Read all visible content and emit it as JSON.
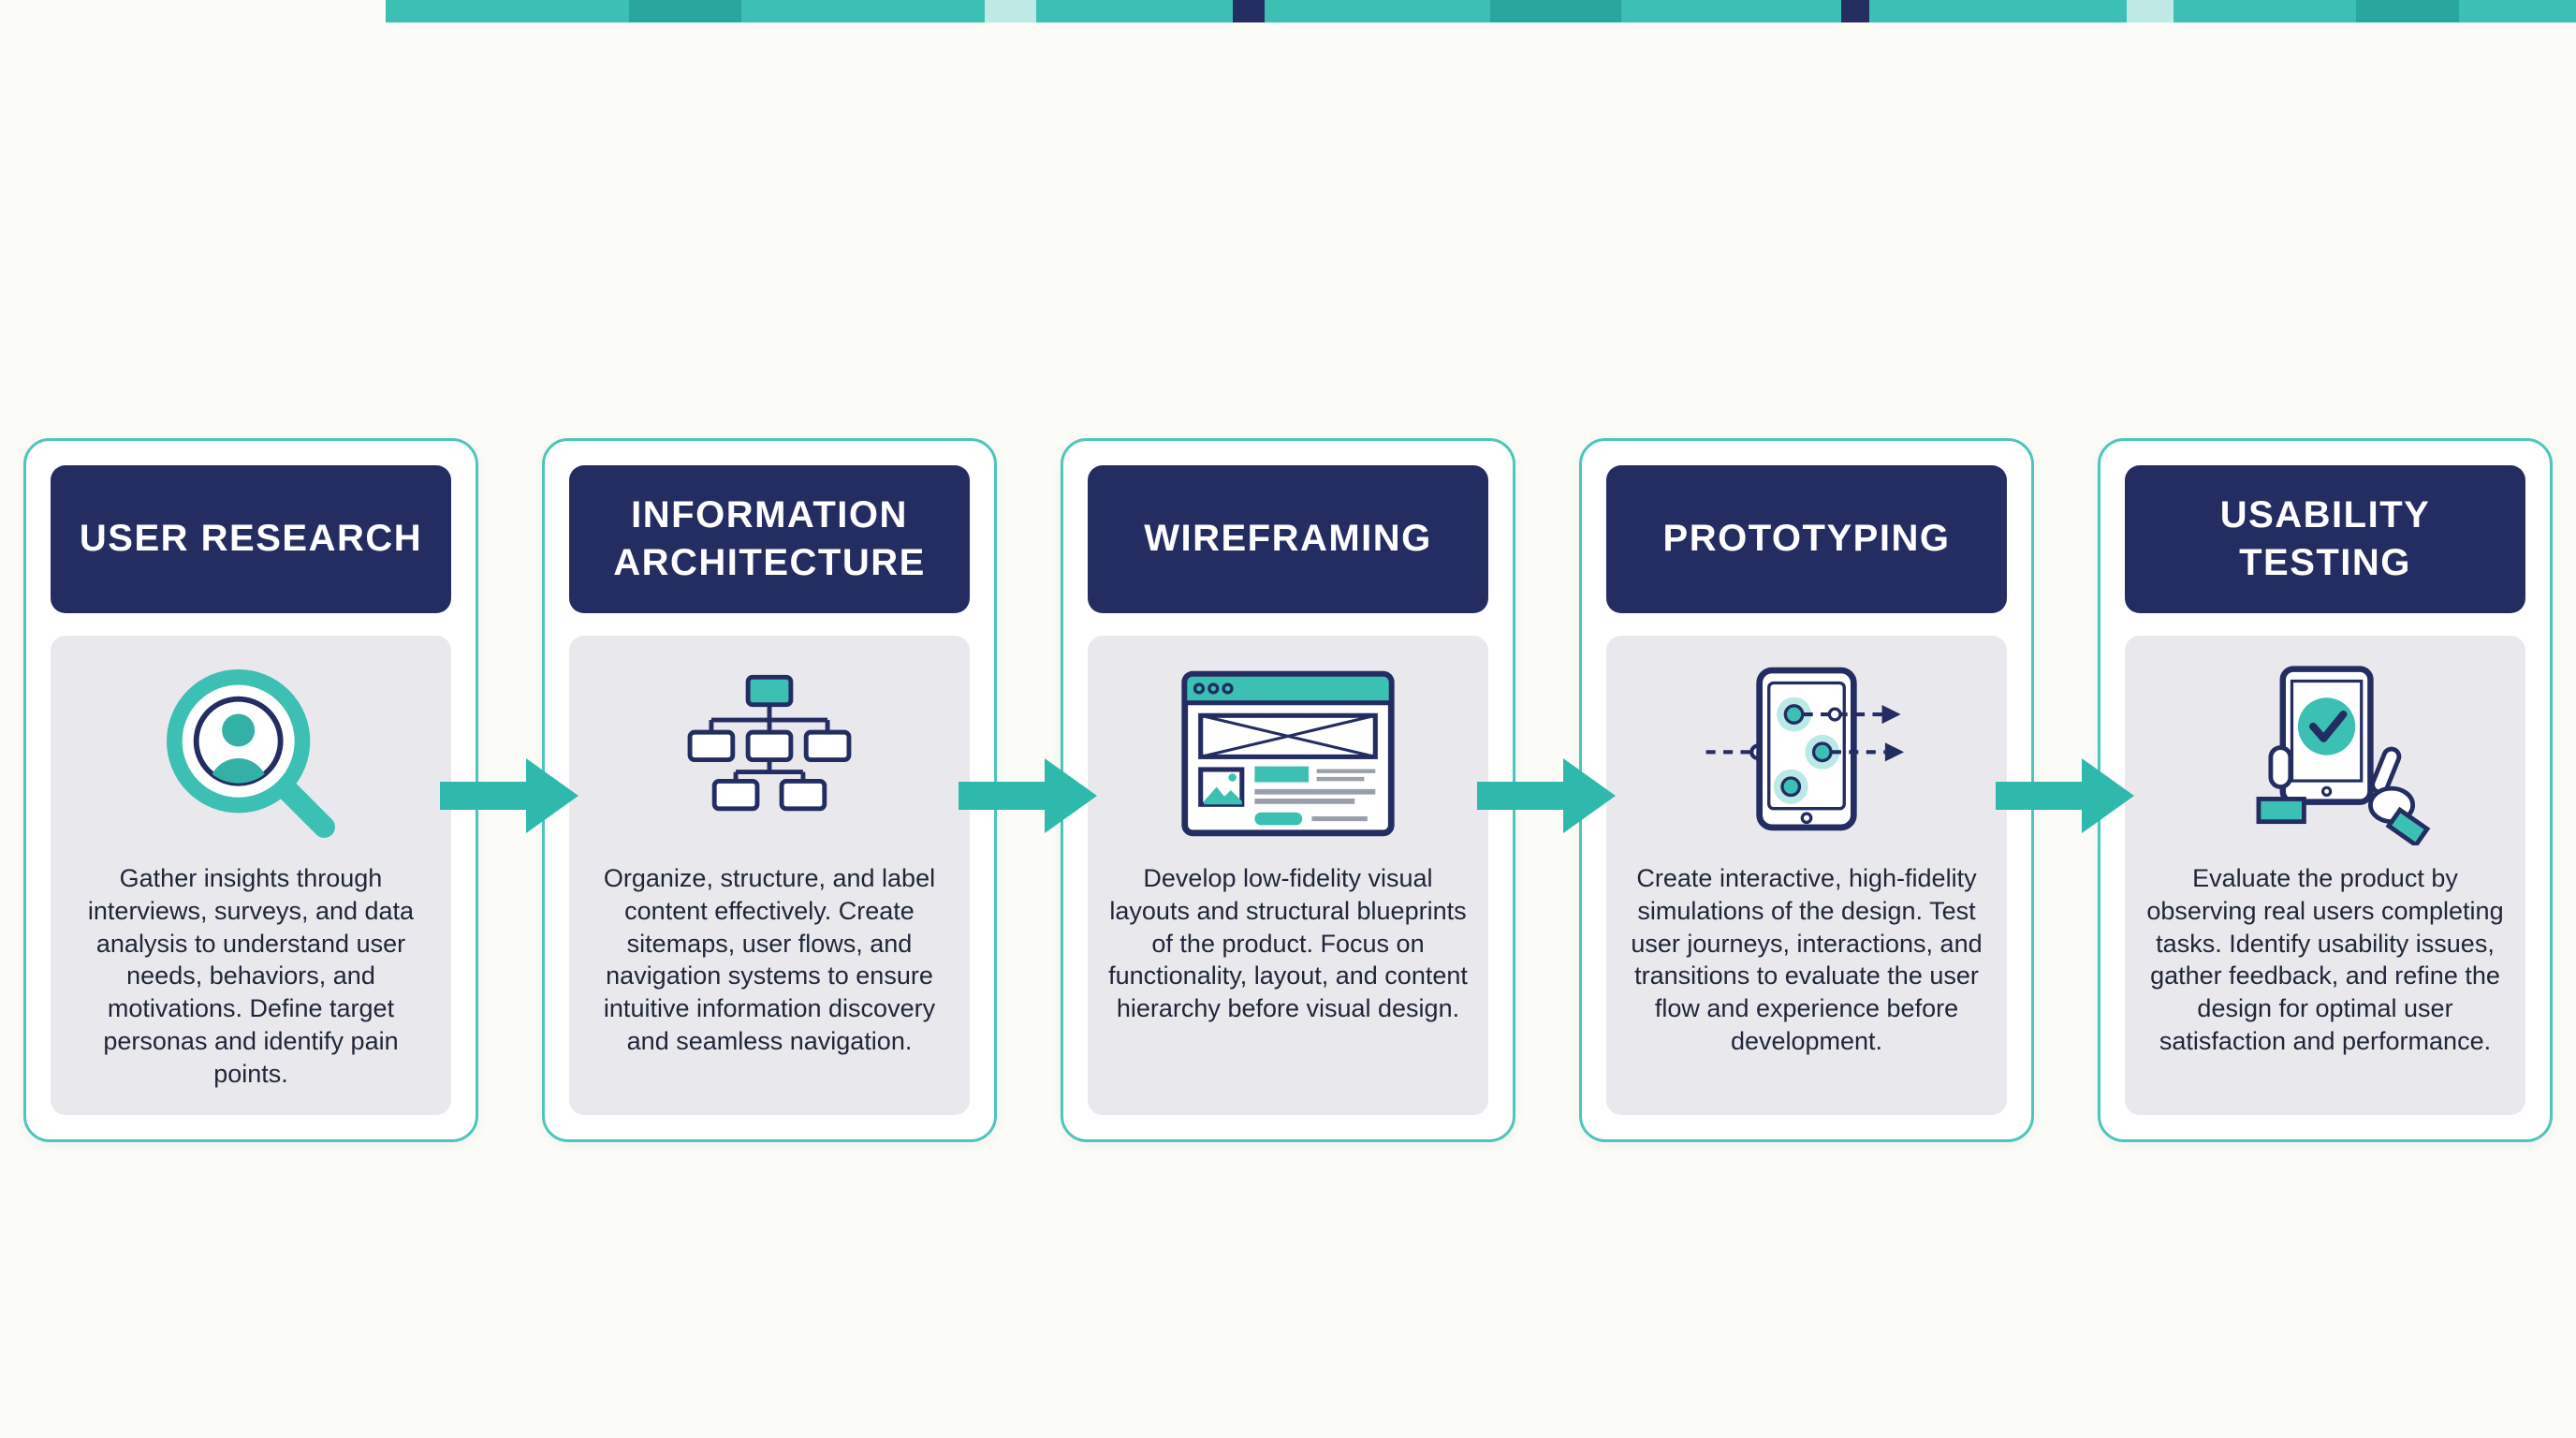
{
  "page": {
    "background": "#fbfbf8"
  },
  "banner": {
    "name": "top-decorative-strip",
    "color": "#3cc0b4"
  },
  "colors": {
    "accent_teal": "#3cc0b4",
    "navy": "#232d62",
    "panel_gray": "#e9e9ed",
    "card_border": "#4cc6bb",
    "arrow_teal": "#2fb9ad",
    "text_dark": "#20263a"
  },
  "steps": [
    {
      "title": "USER RESEARCH",
      "icon": "magnifier-user-icon",
      "description": "Gather insights through interviews, surveys, and data analysis to understand user needs, behaviors, and motivations. Define target personas and identify pain points."
    },
    {
      "title": "INFORMATION ARCHITECTURE",
      "icon": "sitemap-icon",
      "description": "Organize, structure, and label content effectively. Create sitemaps, user flows, and navigation systems to ensure intuitive information discovery and seamless navigation."
    },
    {
      "title": "WIREFRAMING",
      "icon": "browser-wireframe-icon",
      "description": "Develop low-fidelity visual layouts and structural blueprints of the product. Focus on functionality, layout, and content hierarchy before visual design."
    },
    {
      "title": "PROTOTYPING",
      "icon": "prototype-tablet-icon",
      "description": "Create interactive, high-fidelity simulations of the design. Test user journeys, interactions, and transitions to evaluate the user flow and experience before development."
    },
    {
      "title": "USABILITY TESTING",
      "icon": "tablet-checkmark-icon",
      "description": "Evaluate the product by observing real users completing tasks. Identify usability issues, gather feedback, and refine the design for optimal user satisfaction and performance."
    }
  ],
  "arrow": {
    "direction": "right",
    "count": 4
  }
}
